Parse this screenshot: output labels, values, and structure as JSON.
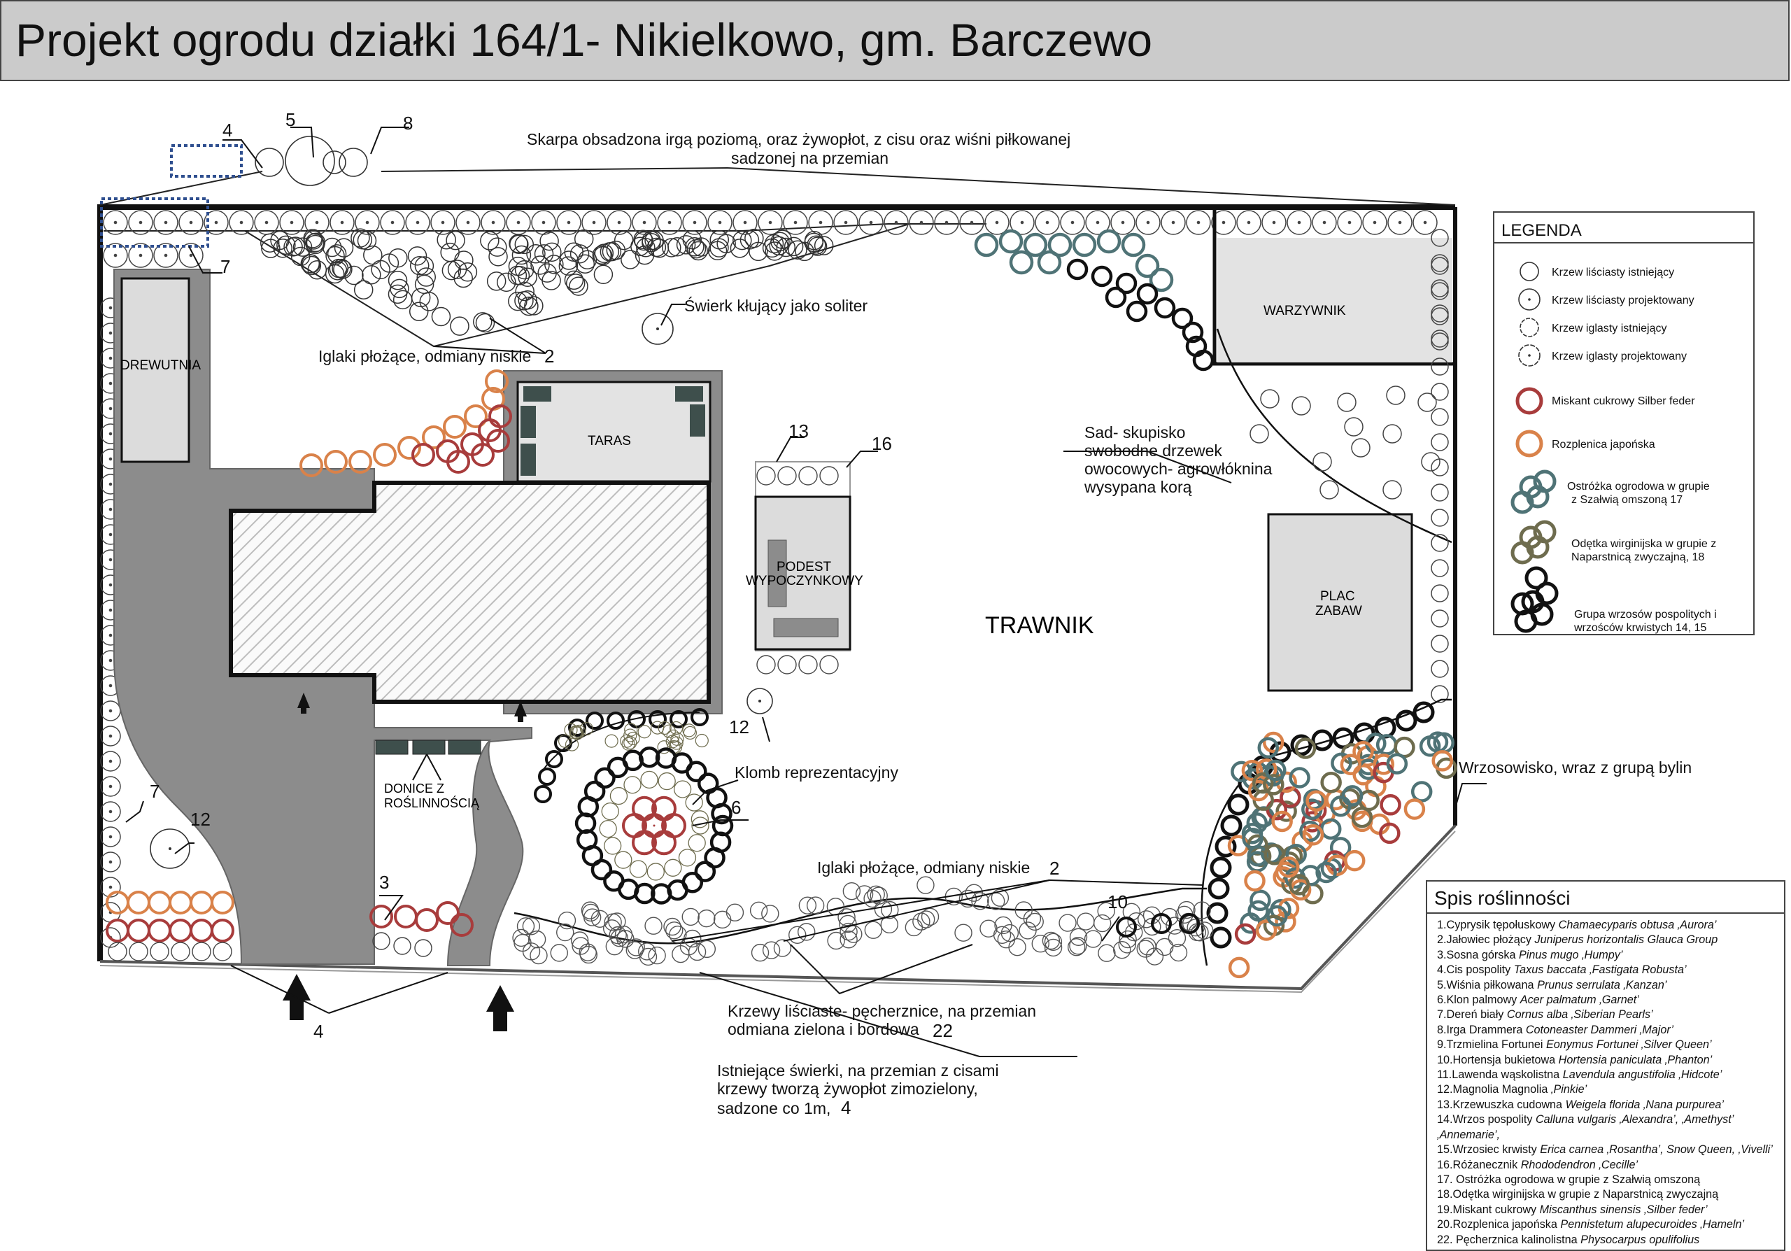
{
  "title": "Projekt ogrodu działki 164/1- Nikielkowo, gm. Barczewo",
  "plan_labels": {
    "drewutnia": "DREWUTNIA",
    "taras": "TARAS",
    "podest_1": "PODEST",
    "podest_2": "WYPOCZYNKOWY",
    "trawnik": "TRAWNIK",
    "warzywnik": "WARZYWNIK",
    "plac_1": "PLAC",
    "plac_2": "ZABAW",
    "donice_1": "DONICE Z",
    "donice_2": "ROŚLINNOŚCIĄ"
  },
  "annotations": {
    "skarpa_1": "Skarpa obsadzona irgą poziomą, oraz żywopłot, z cisu oraz wiśni piłkowanej",
    "skarpa_2": "sadzonej na przemian",
    "swierk": "Świerk kłujący jako soliter",
    "iglaki_top": "Iglaki płożące, odmiany niskie",
    "sad_1": "Sad- skupisko",
    "sad_2": "swobodne drzewek",
    "sad_3": "owocowych- agrowłóknina",
    "sad_4": "wysypana korą",
    "klomb": "Klomb reprezentacyjny",
    "wrzosowisko": "Wrzosowisko, wraz z grupą bylin",
    "iglaki_bottom": "Iglaki płożące, odmiany niskie",
    "krzewy_1": "Krzewy liściaste- pęcherznice, na przemian",
    "krzewy_2": "odmiana zielona i bordowa",
    "swierki_1": "Istniejące świerki, na przemian z cisami",
    "swierki_2": "krzewy tworzą żywopłot zimozielony,",
    "swierki_3": "sadzone co 1m,"
  },
  "numbers": {
    "n4_top": "4",
    "n5_top": "5",
    "n8_top": "8",
    "n7_top": "7",
    "n2_top": "2",
    "n13": "13",
    "n16": "16",
    "n12_mid": "12",
    "n6": "6",
    "n7_left": "7",
    "n12_left": "12",
    "n3": "3",
    "n2_bottom": "2",
    "n10": "10",
    "n22": "22",
    "n4_bottom": "4",
    "n4_swierki": "4"
  },
  "legend": {
    "title": "LEGENDA",
    "items": [
      "Krzew liściasty istniejący",
      "Krzew liściasty projektowany",
      "Krzew iglasty istniejący",
      "Krzew iglasty projektowany",
      "Miskant cukrowy Silber feder",
      "Rozplenica japońska",
      "Ostróżka ogrodowa w grupie",
      "z Szałwią omszoną 17",
      "Odętka wirginijska w grupie z",
      "Naparstnicą zwyczajną, 18",
      "Grupa wrzosów pospolitych i",
      "wrzośców krwistych 14, 15"
    ]
  },
  "species": {
    "title": "Spis roślinności",
    "items": [
      {
        "text": "1.Cyprysik tępołuskowy ",
        "latin": "Chamaecyparis obtusa ‚Aurora’"
      },
      {
        "text": "2.Jałowiec płożący ",
        "latin": "Juniperus horizontalis Glauca Group"
      },
      {
        "text": "3.Sosna górska ",
        "latin": "Pinus mugo ‚Humpy’"
      },
      {
        "text": "4.Cis pospolity ",
        "latin": "Taxus baccata ‚Fastigata Robusta’"
      },
      {
        "text": "5.Wiśnia piłkowana ",
        "latin": "Prunus serrulata ‚Kanzan’"
      },
      {
        "text": "6.Klon palmowy ",
        "latin": "Acer palmatum ‚Garnet’"
      },
      {
        "text": "7.Dereń biały ",
        "latin": "Cornus alba ‚Siberian Pearls’"
      },
      {
        "text": "8.Irga Drammera ",
        "latin": "Cotoneaster Dammeri ‚Major’"
      },
      {
        "text": "9.Trzmielina Fortunei ",
        "latin": "Eonymus Fortunei ‚Silver Queen’"
      },
      {
        "text": "10.Hortensja bukietowa ",
        "latin": "Hortensia paniculata ‚Phanton’"
      },
      {
        "text": "11.Lawenda wąskolistna ",
        "latin": "Lavendula angustifolia ‚Hidcote’"
      },
      {
        "text": "12.Magnolia Magnolia ",
        "latin": "‚Pinkie’"
      },
      {
        "text": "13.Krzewuszka cudowna ",
        "latin": "Weigela florida ‚Nana purpurea’"
      },
      {
        "text": "14.Wrzos pospolity ",
        "latin": "Calluna vulgaris ‚Alexandra’, ‚Amethyst’ ‚Annemarie’,"
      },
      {
        "text": "15.Wrzosiec krwisty ",
        "latin": "Erica carnea ‚Rosantha’, Snow Queen, ‚Vivelli’"
      },
      {
        "text": "16.Różanecznik ",
        "latin": "Rhododendron ‚Cecille’"
      },
      {
        "text": "17. Ostróżka ogrodowa w grupie z Szałwią omszoną",
        "latin": ""
      },
      {
        "text": "18.Odętka wirginijska w grupie z Naparstnicą zwyczajną",
        "latin": ""
      },
      {
        "text": "19.Miskant cukrowy ",
        "latin": "Miscanthus sinensis ‚Silber feder’"
      },
      {
        "text": "20.Rozplenica japońska ",
        "latin": "Pennistetum alupecuroides ‚Hameln’"
      },
      {
        "text": "22. Pęcherznica kalinolistna ",
        "latin": "Physocarpus opulifolius"
      }
    ]
  },
  "colors": {
    "path_gray": "#8c8c8c",
    "building_gray": "#dcdcdc",
    "hatch": "#bdbdbd",
    "miskant": "#a83c3c",
    "rozplenica": "#d9824a",
    "ostrozka": "#4f7376",
    "odetka": "#6e6c4e",
    "wrzos": "#111111",
    "pot": "#3e4f4c"
  }
}
